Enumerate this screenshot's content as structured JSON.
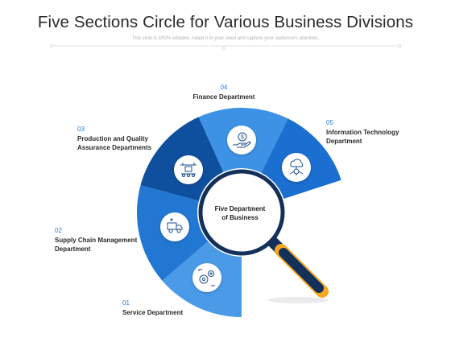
{
  "title": "Five Sections Circle for Various Business Divisions",
  "subtitle": "This slide is 100% editable. Adapt it to your need and capture your audience's attention.",
  "center": "Five Department of Business",
  "sections": [
    {
      "number": "01",
      "label": "Service Department",
      "icon": "gears-icon"
    },
    {
      "number": "02",
      "label": "Supply Chain Management Department",
      "icon": "truck-icon"
    },
    {
      "number": "03",
      "label": "Production and Quality Assurance Departments",
      "icon": "conveyor-icon"
    },
    {
      "number": "04",
      "label": "Finance Department",
      "icon": "money-hand-icon"
    },
    {
      "number": "05",
      "label": "Information Technology Department",
      "icon": "cloud-network-icon"
    }
  ],
  "colors": {
    "s1": "#4a9ae8",
    "s2": "#2277d3",
    "s3": "#0e4f9e",
    "s4": "#3d92e5",
    "s5": "#1a6fd0",
    "accent": "#1f7fd6",
    "handle": "#13305a",
    "handle_tip": "#f5a623"
  }
}
